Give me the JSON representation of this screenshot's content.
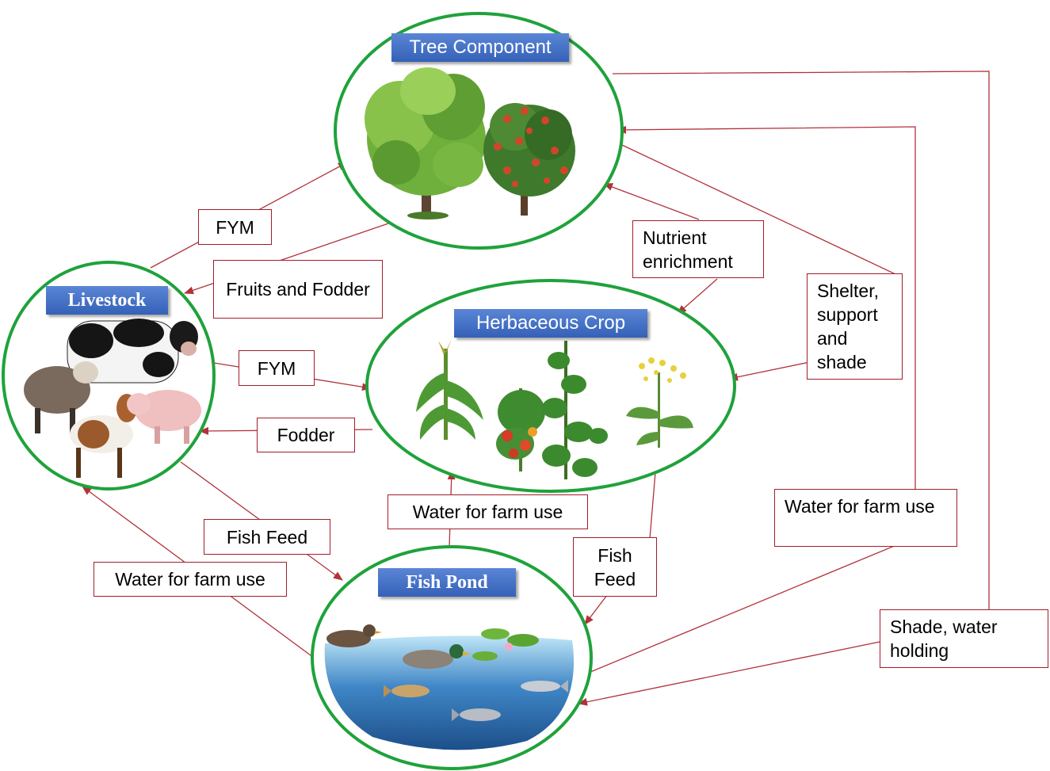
{
  "nodes": {
    "tree": {
      "title": "Tree Component",
      "icon": "tree-icon"
    },
    "livestock": {
      "title": "Livestock",
      "icon": "livestock-animals-icon"
    },
    "crop": {
      "title": "Herbaceous Crop",
      "icon": "crop-plants-icon"
    },
    "pond": {
      "title": "Fish Pond",
      "icon": "pond-fish-ducks-icon"
    }
  },
  "labels": {
    "fym_top": "FYM",
    "fruits_fodder": "Fruits and Fodder",
    "nutrient": "Nutrient enrichment",
    "shelter": "Shelter, support and shade",
    "fym_mid": "FYM",
    "fodder": "Fodder",
    "water_center": "Water for farm use",
    "fish_feed_left": "Fish Feed",
    "water_left": "Water for farm use",
    "fish_feed_right": "Fish Feed",
    "water_right": "Water for farm use",
    "shade_water": "Shade, water holding"
  },
  "colors": {
    "ellipse_stroke": "#1fa23b",
    "arrow": "#b2323a",
    "label_border": "#a11e2a",
    "banner_top": "#5b86d6",
    "banner_bottom": "#3461b8"
  }
}
